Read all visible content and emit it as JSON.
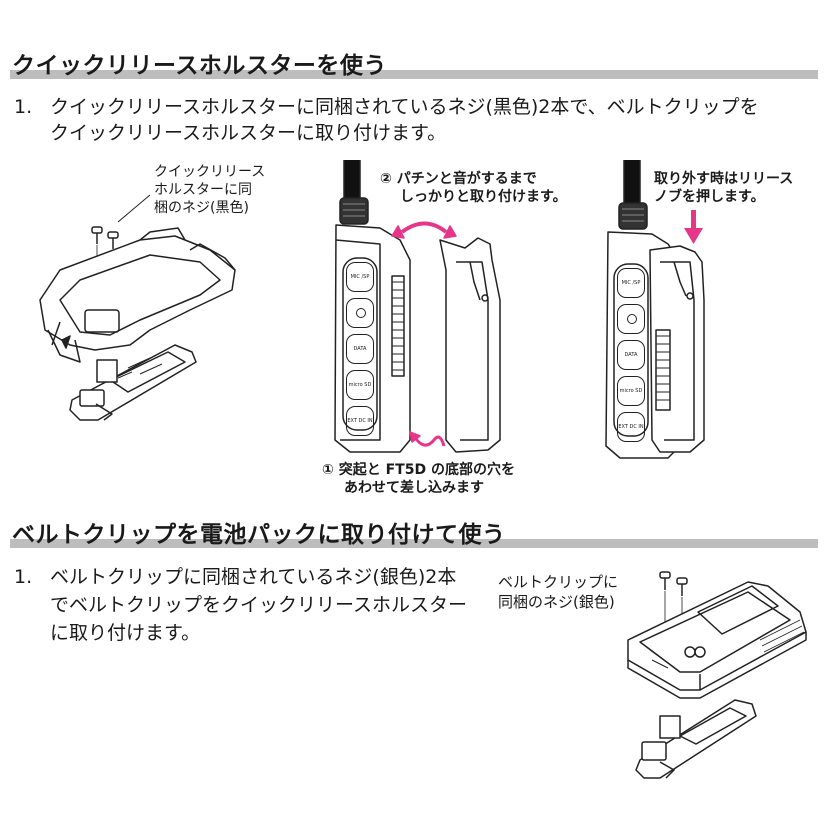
{
  "section1": {
    "heading": "クイックリリースホルスターを使う",
    "step_number": "1.",
    "step_lines": [
      "クイックリリースホルスターに同梱されているネジ(黒色)2本で、ベルトクリップを",
      "クイックリリースホルスターに取り付けます。"
    ],
    "callout_screws": [
      "クイックリリース",
      "ホルスターに同",
      "梱のネジ(黒色)"
    ],
    "callout_attach": [
      "② パチンと音がするまで",
      "しっかりと取り付けます。"
    ],
    "callout_insert": [
      "① 突起と FT5D の底部の穴を",
      "あわせて差し込みます"
    ],
    "callout_release": [
      "取り外す時はリリース",
      "ノブを押します。"
    ],
    "radio_buttons": [
      "MIC /SP",
      "",
      "DATA",
      "micro SD",
      "EXT DC IN"
    ]
  },
  "section2": {
    "heading": "ベルトクリップを電池パックに取り付けて使う",
    "step_number": "1.",
    "step_lines": [
      "ベルトクリップに同梱されているネジ(銀色)2本",
      "でベルトクリップをクイックリリースホルスター",
      "に取り付けます。"
    ],
    "callout_screws": [
      "ベルトクリップに",
      "同梱のネジ(銀色)"
    ]
  },
  "colors": {
    "accent_arrow": "#e5368a",
    "heading_bar": "#bdbdbd"
  }
}
